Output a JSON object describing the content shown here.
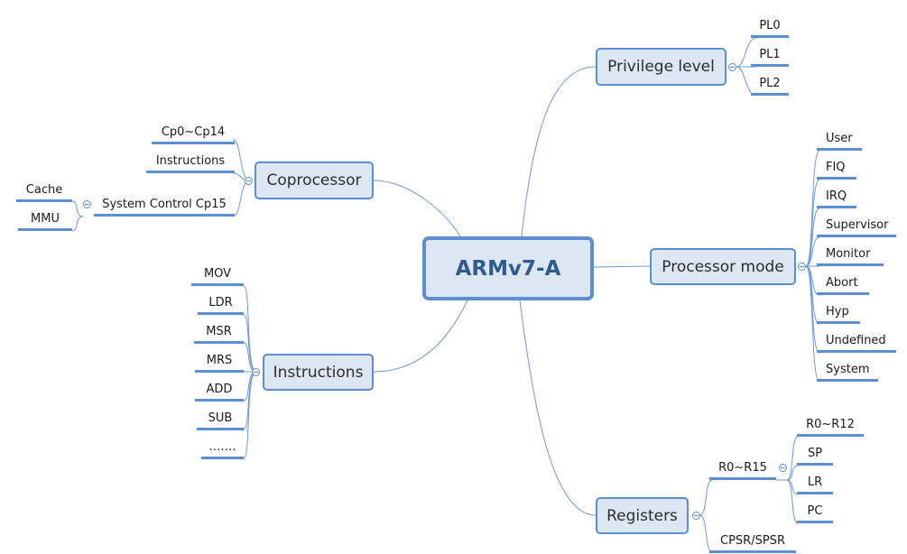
{
  "root": {
    "label": "ARMv7-A"
  },
  "privilege": {
    "label": "Privilege level",
    "children": [
      "PL0",
      "PL1",
      "PL2"
    ]
  },
  "coprocessor": {
    "label": "Coprocessor",
    "children": [
      "Cp0~Cp14",
      "Instructions",
      "System Control Cp15"
    ],
    "cp15_children": [
      "Cache",
      "MMU"
    ]
  },
  "instructions": {
    "label": "Instructions",
    "children": [
      "MOV",
      "LDR",
      "MSR",
      "MRS",
      "ADD",
      "SUB",
      "……."
    ]
  },
  "processor_mode": {
    "label": "Processor mode",
    "children": [
      "User",
      "FIQ",
      "IRQ",
      "Supervisor",
      "Monitor",
      "Abort",
      "Hyp",
      "Undefined",
      "System"
    ]
  },
  "registers": {
    "label": "Registers",
    "children": [
      "R0~R15",
      "CPSR/SPSR"
    ],
    "r015_children": [
      "R0~R12",
      "SP",
      "LR",
      "PC"
    ]
  },
  "colors": {
    "line": "#5b8fd0",
    "node_fill": "#dde7f4",
    "root_text": "#2f5c8f"
  }
}
